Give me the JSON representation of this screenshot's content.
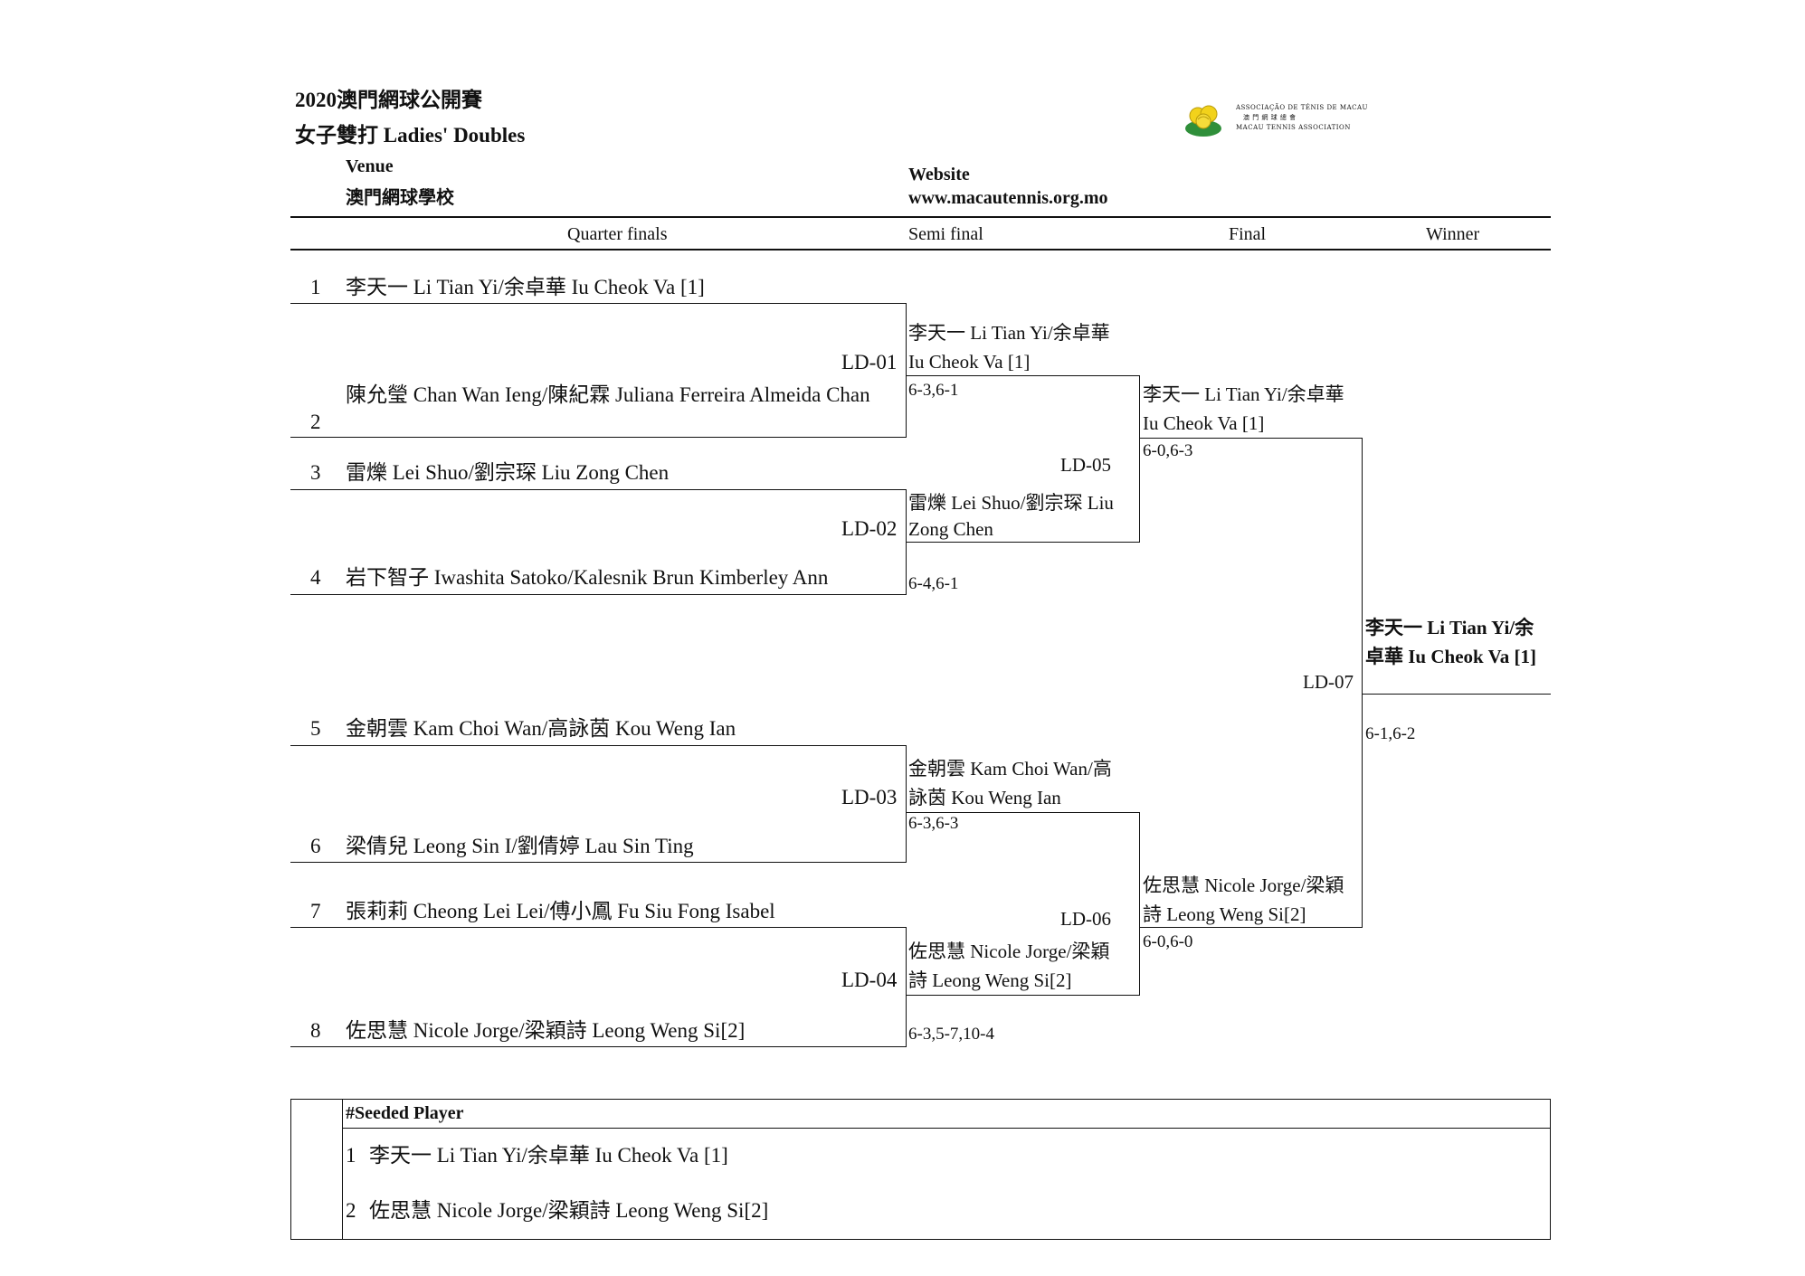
{
  "header": {
    "title": "2020澳門網球公開賽",
    "event": "女子雙打 Ladies' Doubles",
    "venue_label": "Venue",
    "venue_value": "澳門網球學校",
    "website_label": "Website",
    "website_value": "www.macautennis.org.mo"
  },
  "logo": {
    "line1": "ASSOCIAÇÃO DE TÉNIS DE MACAU",
    "line2": "澳 門 網 球 總 會",
    "line3": "MACAU TENNIS ASSOCIATION",
    "colors": {
      "flower": "#f2d21b",
      "leaf": "#2f8f3a"
    }
  },
  "columns": {
    "quarter": "Quarter finals",
    "semi": "Semi final",
    "final": "Final",
    "winner": "Winner"
  },
  "draw": [
    {
      "seed_no": "1",
      "name": "李天一 Li Tian Yi/余卓華 Iu Cheok Va [1]"
    },
    {
      "seed_no": "2",
      "name": "陳允瑩 Chan Wan Ieng/陳紀霖 Juliana Ferreira Almeida Chan"
    },
    {
      "seed_no": "3",
      "name": "雷爍 Lei Shuo/劉宗琛 Liu Zong Chen"
    },
    {
      "seed_no": "4",
      "name": "岩下智子 Iwashita Satoko/Kalesnik Brun Kimberley Ann"
    },
    {
      "seed_no": "5",
      "name": "金朝雲 Kam Choi Wan/高詠茵 Kou Weng Ian"
    },
    {
      "seed_no": "6",
      "name": "梁倩兒 Leong Sin I/劉倩婷 Lau Sin Ting"
    },
    {
      "seed_no": "7",
      "name": "張莉莉 Cheong Lei Lei/傅小鳳 Fu Siu Fong Isabel"
    },
    {
      "seed_no": "8",
      "name": "佐思慧 Nicole Jorge/梁穎詩 Leong Weng Si[2]"
    }
  ],
  "quarter_matches": [
    {
      "code": "LD-01",
      "winner": "李天一 Li Tian Yi/余卓華 Iu Cheok Va [1]",
      "score": "6-3,6-1"
    },
    {
      "code": "LD-02",
      "winner": "雷爍 Lei Shuo/劉宗琛 Liu Zong Chen",
      "score": "6-4,6-1"
    },
    {
      "code": "LD-03",
      "winner": "金朝雲 Kam Choi Wan/高詠茵 Kou Weng Ian",
      "score": "6-3,6-3"
    },
    {
      "code": "LD-04",
      "winner": "佐思慧 Nicole Jorge/梁穎詩 Leong Weng Si[2]",
      "score": "6-3,5-7,10-4"
    }
  ],
  "semi_matches": [
    {
      "code": "LD-05",
      "winner": "李天一 Li Tian Yi/余卓華 Iu Cheok Va [1]",
      "score": "6-0,6-3"
    },
    {
      "code": "LD-06",
      "winner": "佐思慧 Nicole Jorge/梁穎詩 Leong Weng Si[2]",
      "score": "6-0,6-0"
    }
  ],
  "final_match": {
    "code": "LD-07",
    "winner": "李天一 Li Tian Yi/余卓華 Iu Cheok Va [1]",
    "score": "6-1,6-2"
  },
  "seeded": {
    "title": "#Seeded Player",
    "rows": [
      {
        "no": "1",
        "name": "李天一 Li Tian Yi/余卓華 Iu Cheok Va [1]"
      },
      {
        "no": "2",
        "name": "佐思慧 Nicole Jorge/梁穎詩 Leong Weng Si[2]"
      }
    ]
  }
}
